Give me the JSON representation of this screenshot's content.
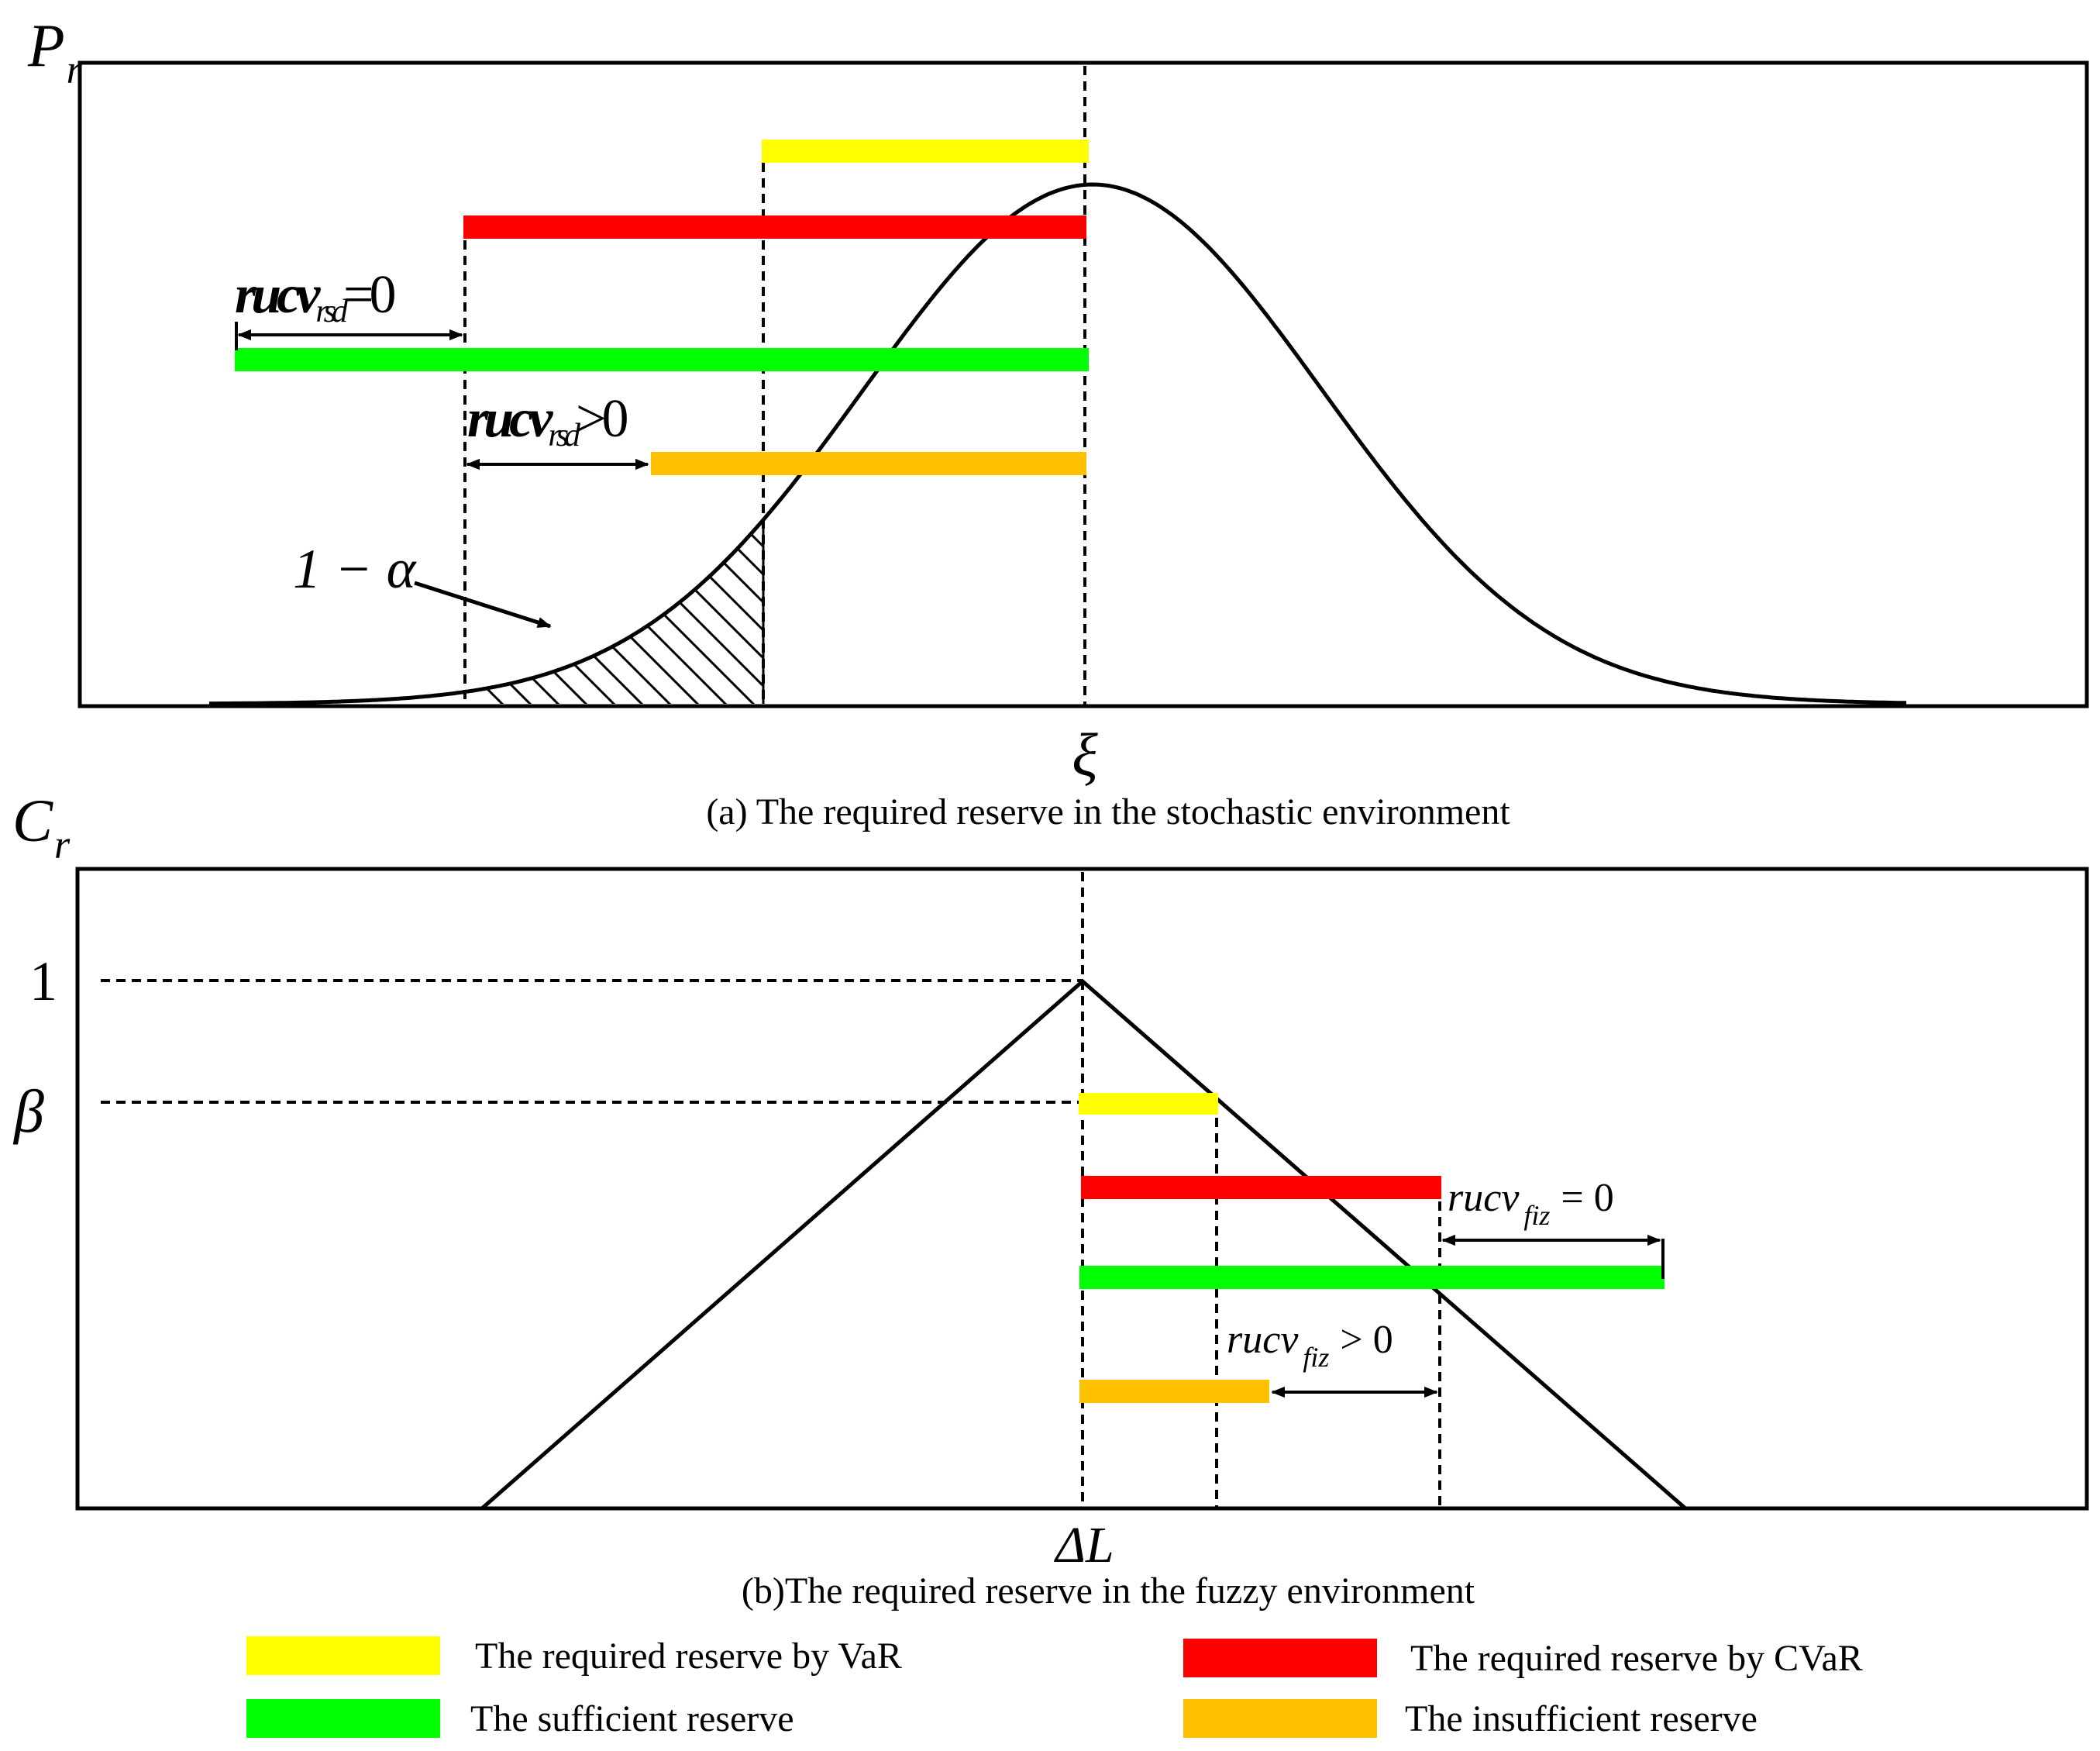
{
  "panel_a": {
    "y_label": "P",
    "y_label_sub": "r",
    "x_label": "ξ",
    "caption": "(a) The required reserve in the stochastic environment",
    "annot_zero_main": "rucv",
    "annot_zero_sub": "rsd",
    "annot_zero_rel": "=0",
    "annot_pos_main": "rucv",
    "annot_pos_sub": "rsd",
    "annot_pos_rel": ">0",
    "tail_label": "1 − α"
  },
  "panel_b": {
    "y_label": "C",
    "y_label_sub": "r",
    "x_label": "ΔL",
    "caption": "(b)The required reserve in the fuzzy environment",
    "y_tick_one": "1",
    "y_tick_beta": "β",
    "annot_zero_main": "rucv",
    "annot_zero_sub": "fiz",
    "annot_zero_rel": "= 0",
    "annot_pos_main": "rucv",
    "annot_pos_sub": "fiz",
    "annot_pos_rel": "> 0"
  },
  "legend": {
    "var": "The required reserve by VaR",
    "cvar": "The required reserve by CVaR",
    "sufficient": "The sufficient reserve",
    "insufficient": "The insufficient reserve"
  },
  "colors": {
    "var": "#ffff00",
    "cvar": "#ff0000",
    "sufficient": "#00ff00",
    "insufficient": "#ffc000"
  }
}
